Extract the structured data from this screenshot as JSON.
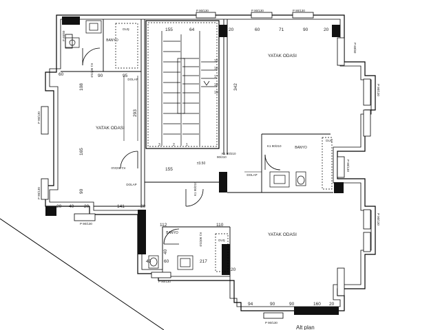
{
  "rooms": {
    "bedroom_left": "YATAK ODASI",
    "bedroom_top_right": "YATAK ODASI",
    "bedroom_bottom_right": "YATAK ODASI",
    "bath_top_left": "BANYO",
    "bath_right": "BANYO",
    "bath_bottom": "BANYO",
    "wardrobe_1": "DOLAP",
    "wardrobe_2": "DOLAP",
    "wardrobe_3": "DOLAP",
    "shower_1": "DUŞ",
    "shower_2": "DUŞ",
    "shower_3": "DUŞ"
  },
  "level": "±3.50",
  "doors": [
    "90/210",
    "K1 90/210",
    "K1 90/210",
    "K1 90/210",
    "K1 90/210",
    "K1 90/210",
    "K1 90/210"
  ],
  "windows": [
    "P 90/130",
    "P 90/130",
    "P 90/130",
    "P 60/60",
    "P 90/130",
    "P 90/130",
    "P 90/130",
    "P 90/130",
    "P 60/60",
    "P 90/130",
    "P 90/130",
    "P 90/130",
    "P 90/130"
  ],
  "dims_top": [
    "155",
    "64",
    "20",
    "60",
    "71",
    "90",
    "20"
  ],
  "dims_left": [
    "90",
    "95",
    "108",
    "165",
    "90",
    "20",
    "40",
    "60",
    "20"
  ],
  "dims_middle": [
    "155",
    "293",
    "342",
    "141",
    "20",
    "112",
    "110",
    "217",
    "45",
    "60",
    "40"
  ],
  "dims_bottom": [
    "94",
    "90",
    "90",
    "160",
    "20",
    "20"
  ],
  "stairs": [
    "15",
    "16",
    "17",
    "18",
    "19",
    "3",
    "2",
    "1"
  ],
  "lower_label": "Alt plan"
}
